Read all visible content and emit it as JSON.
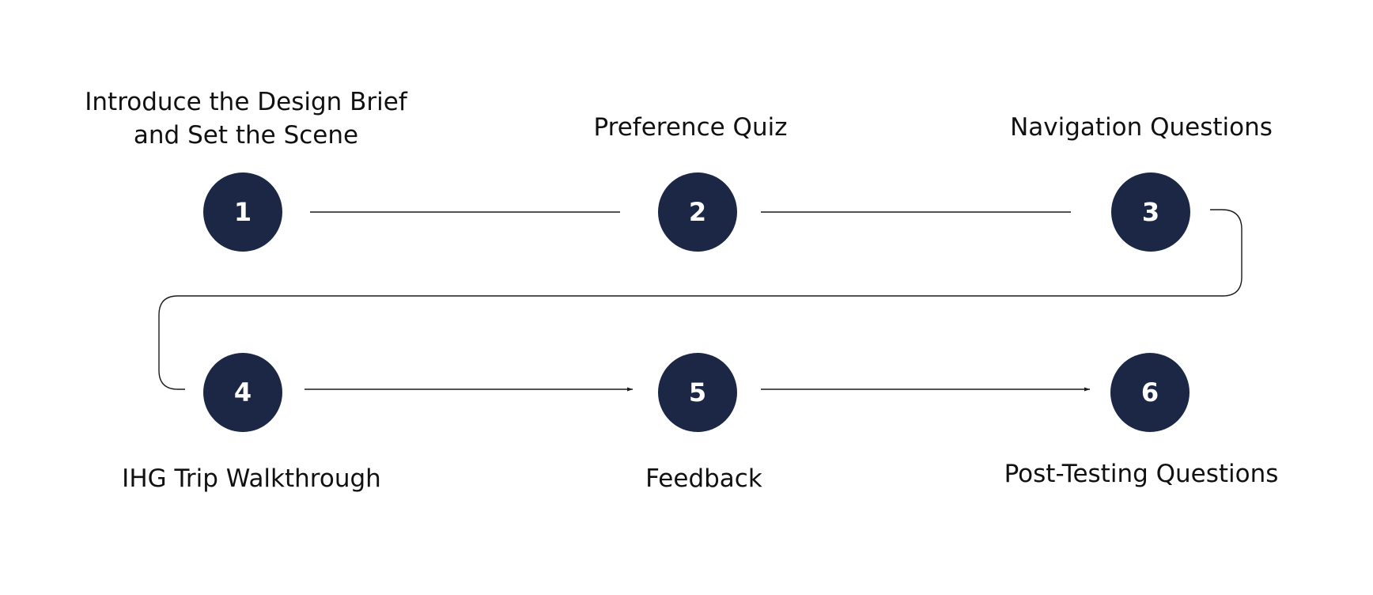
{
  "colors": {
    "circle_fill": "#1b2744",
    "circle_text": "#ffffff",
    "label_text": "#111111",
    "connector": "#1a1a1a"
  },
  "steps": [
    {
      "number": "1",
      "label_lines": [
        "Introduce the Design Brief",
        "and Set the Scene"
      ]
    },
    {
      "number": "2",
      "label_lines": [
        "Preference Quiz"
      ]
    },
    {
      "number": "3",
      "label_lines": [
        "Navigation Questions"
      ]
    },
    {
      "number": "4",
      "label_lines": [
        "IHG Trip Walkthrough"
      ]
    },
    {
      "number": "5",
      "label_lines": [
        "Feedback"
      ]
    },
    {
      "number": "6",
      "label_lines": [
        "Post-Testing Questions"
      ]
    }
  ]
}
